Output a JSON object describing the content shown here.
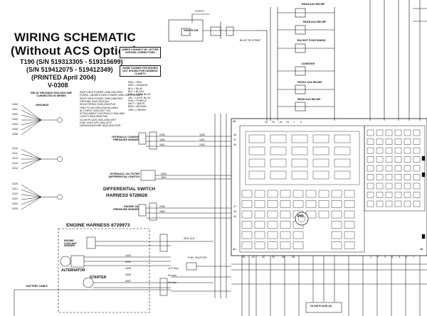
{
  "header": {
    "title_line1": "WIRING SCHEMATIC",
    "title_line2": "(Without ACS Option)",
    "model_line1": "T190 (S/N 519313305 - 519315699)",
    "model_line2": "(S/N 519412075 - 519412349)",
    "printed": "(PRINTED April 2004)",
    "version": "V-0308"
  },
  "notes": {
    "wires_connect": "WIRES CONNECT BY LETTER ACROSS CONNECTORS",
    "some_connector": "SOME CONNECTOR BODIES NOT SHOWN FOR DRAWING CLARITY"
  },
  "relay_grounds": {
    "title": "RELAY GROUNDS 2003-2000 ARE CONNECTED IN SERIES",
    "label": "GROUNDS"
  },
  "harness": {
    "differential_switch": "DIFFERENTIAL SWITCH",
    "differential_harness": "HARNESS 6728628",
    "engine_harness": "ENGINE HARNESS 6729973"
  },
  "components": {
    "hydraulic_charge": "HYDRAULIC CHARGE PRESSURE SENDER",
    "hydraulic_oil_filter": "HYDRAULIC OIL FILTER (DIFFERENTIAL) SWITCH",
    "engine_oil": "ENGINE OIL PRESSURE SENDER",
    "engine_coolant": "ENGINE COOLANT SENDER",
    "alternator": "ALTERNATOR",
    "starter": "STARTER",
    "battery_cable": "BATTERY CABLE",
    "glow_plugs": "GLOW PLUGS (4)",
    "fuel_shutoff": "FUEL SHUTOFF",
    "high_flow": "HIGH FLOW",
    "stdf_label": "STDF27",
    "blue_tie": "BLUE TIE STRAP",
    "rear_aux": "REAR AUX RELIEF",
    "front_aux": "FRONT AUX RELIEF",
    "bucket_positioning": "BUCKET POSITIONING",
    "diverter": "DIVERTER",
    "see_a": "SEE J3-8",
    "p01": "P01",
    "j1": "J1",
    "j2": "J2",
    "j3": "J3"
  },
  "legend_lines": [
    "SWITCHED POWER 1998-1994 RED",
    "FUSED, UNSWITCHED POWER 1990-1989 RED/WHT",
    "SWITCHED POWER 1989-1988 RED",
    "GROUND 2000-2003 BLK",
    "SHOUTEPING 2009-2008 PUR",
    "HIGH FLOW 2008-2008 BLU/BLK",
    "ALT INPUT 2009-2007 YEL",
    "ATTACHMENT CONTROLS 1008-1800",
    "LIGHTS 5000-5099 PNK",
    "GLOW PLUGS 2000-2048 WHT",
    "FUEL SHUTOFF 4004-4072",
    "DATA/SIGNATURE 8000-8099 PUR"
  ],
  "color_codes": [
    "RED = RED",
    "RDE = ORANGE",
    "BLU = BLUE",
    "BLK = BLACK",
    "DBL = DARK BLUE",
    "LBL = LIGHT BLUE",
    "PUR = PURPLE",
    "WHT = WHITE",
    "BRN = BROWN",
    "GRN = GREEN"
  ],
  "ground_groups": [
    [
      "2400",
      "2401",
      "2402",
      "2403",
      "2404",
      "2405",
      "2406"
    ],
    [
      "2410",
      "2411",
      "2412",
      "2413",
      "2414"
    ],
    [
      "2420",
      "2421",
      "2422",
      "2423",
      "2424",
      "2425"
    ]
  ],
  "wire_numbers": {
    "charge": [
      "2400",
      "1800",
      "1801"
    ],
    "charge_out": [
      "1000",
      "1001",
      "1002"
    ],
    "filter": [
      "3400",
      "1811"
    ],
    "oil": [
      "2400",
      "1800"
    ],
    "oil_out": [
      "27",
      "26",
      "40"
    ],
    "charge_pins": [
      "48",
      "47",
      "40"
    ]
  },
  "top_pins": [
    "10",
    "20",
    "18",
    "19",
    "1",
    "2"
  ],
  "j1_pins": [
    "25",
    "41",
    "42",
    "43",
    "46",
    "38"
  ],
  "j3_pins": [
    "1",
    "2",
    "3",
    "4",
    "5",
    "6",
    "7"
  ],
  "alt_wires": [
    "1000",
    "5000",
    "4005",
    "4006",
    "4007"
  ],
  "voltage_labels": [
    "12.5 ohm",
    "20 ohm",
    "10 ohm"
  ]
}
